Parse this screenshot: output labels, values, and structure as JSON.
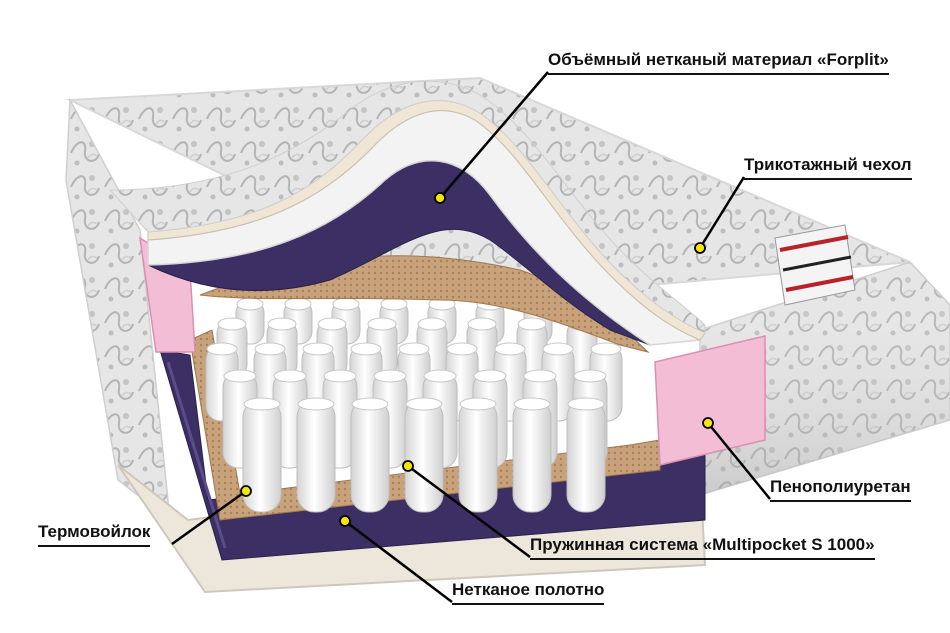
{
  "labels": {
    "forplit": "Объёмный нетканый материал «Forplit»",
    "cover": "Трикотажный чехол",
    "ppu": "Пенополиуретан",
    "springs": "Пружинная система «Multipocket S 1000»",
    "nonwoven": "Нетканое полотно",
    "felt": "Термовойлок"
  },
  "colors": {
    "fabric": "#e4e4e4",
    "purple_felt": "#3b2f64",
    "pink_foam": "#f4bdd6",
    "nonwoven_tan": "#c9a57a",
    "spring": "#fafafa",
    "leader": "#000000",
    "dot": "#f6e600"
  }
}
